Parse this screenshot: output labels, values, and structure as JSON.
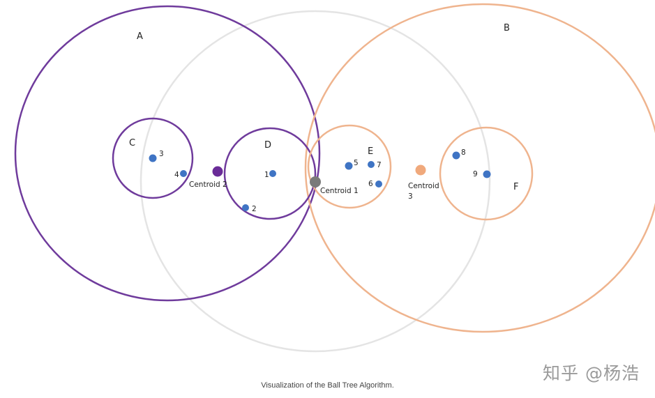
{
  "balls": {
    "A": "A",
    "B": "B",
    "C": "C",
    "D": "D",
    "E": "E",
    "F": "F"
  },
  "points": [
    "1",
    "2",
    "3",
    "4",
    "5",
    "6",
    "7",
    "8",
    "9"
  ],
  "centroids": {
    "c1": "Centroid 1",
    "c2": "Centroid 2",
    "c3_line1": "Centroid",
    "c3_line2": "3"
  },
  "colors": {
    "purple": "#6f3b9c",
    "orange": "#efb48e",
    "gray_circle": "#e4e4e4",
    "point": "#3f74c4",
    "centroid1": "#7a7a7a",
    "centroid2": "#6a2c98",
    "centroid3": "#f0a97c"
  },
  "caption": "Visualization of the Ball Tree Algorithm.",
  "watermark": "知乎 @杨浩"
}
